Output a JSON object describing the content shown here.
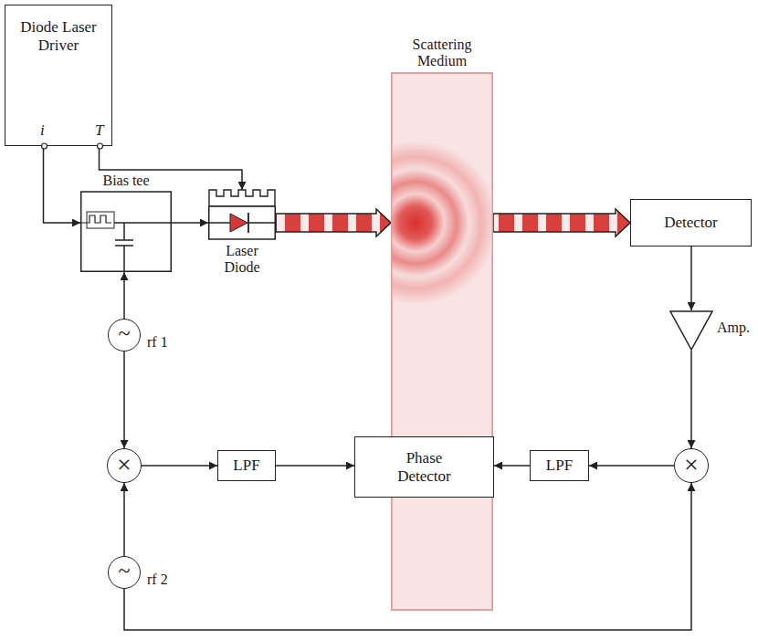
{
  "diagram": {
    "nodes": [
      {
        "text": [
          "Diode Laser Driver",
          "i",
          "T"
        ]
      },
      {
        "text": [
          "Bias tee"
        ]
      },
      {
        "text": [
          "Laser Diode"
        ]
      },
      {
        "text": [
          "Scattering Medium"
        ]
      },
      {
        "text": [
          "Detector"
        ]
      },
      {
        "text": [
          "Amp."
        ]
      },
      {
        "text": [
          "~",
          "rf 1"
        ]
      },
      {
        "text": [
          "×"
        ]
      },
      {
        "text": [
          "LPF"
        ]
      },
      {
        "text": [
          "Phase Detector"
        ]
      },
      {
        "text": [
          "LPF"
        ]
      },
      {
        "text": [
          "×"
        ]
      },
      {
        "text": [
          "~",
          "rf 2"
        ]
      }
    ],
    "edges": [
      {
        "from": 0,
        "to": 1,
        "arrow": "to"
      },
      {
        "from": 0,
        "to": 2,
        "arrow": "to"
      },
      {
        "from": 1,
        "to": 2,
        "arrow": "to"
      },
      {
        "from": 2,
        "to": 3,
        "arrow": "to"
      },
      {
        "from": 3,
        "to": 4,
        "arrow": "to"
      },
      {
        "from": 4,
        "to": 5,
        "arrow": "to"
      },
      {
        "from": 5,
        "to": 11,
        "arrow": "to"
      },
      {
        "from": 6,
        "to": 1,
        "arrow": "to"
      },
      {
        "from": 6,
        "to": 7,
        "arrow": "to"
      },
      {
        "from": 12,
        "to": 7,
        "arrow": "to"
      },
      {
        "from": 12,
        "to": 11,
        "arrow": "to"
      },
      {
        "from": 7,
        "to": 8,
        "arrow": "to"
      },
      {
        "from": 8,
        "to": 9,
        "arrow": "to"
      },
      {
        "from": 10,
        "to": 9,
        "arrow": "to"
      },
      {
        "from": 11,
        "to": 10,
        "arrow": "to"
      }
    ]
  }
}
